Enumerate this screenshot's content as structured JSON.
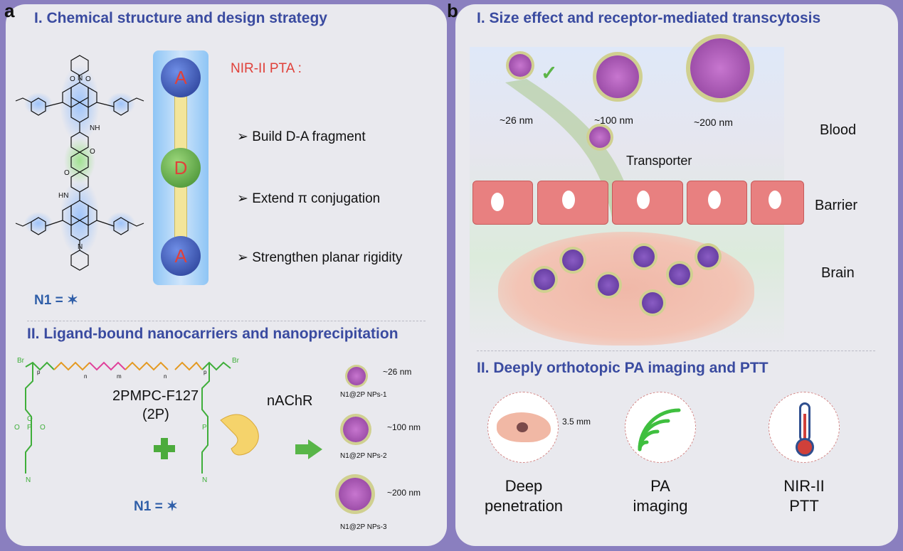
{
  "panel_a": {
    "letter": "a",
    "section1": {
      "title": "I. Chemical structure and design strategy",
      "strategy_heading": "NIR-II PTA :",
      "bullets": [
        "➢ Build D-A fragment",
        "➢ Extend π conjugation",
        "➢ Strengthen planar rigidity"
      ],
      "da_labels": [
        "A",
        "D",
        "A"
      ],
      "molecule_labels": [
        "NH",
        "HN",
        "O",
        "O",
        "O",
        "O",
        "N",
        "N"
      ],
      "legend": "N1 = "
    },
    "section2": {
      "title": "II. Ligand-bound nanocarriers and nanoprecipitation",
      "polymer_name": "2PMPC-F127",
      "polymer_abbrev": "(2P)",
      "receptor": "nAChR",
      "legend": "N1 = ",
      "br_label": "Br",
      "subscripts": [
        "p",
        "n",
        "m",
        "n",
        "p"
      ],
      "phosphate_labels": [
        "O",
        "P",
        "O",
        "O"
      ],
      "amine_label": "N",
      "nanoparticles": [
        {
          "size": "~26 nm",
          "name": "N1@2P NPs-1"
        },
        {
          "size": "~100 nm",
          "name": "N1@2P NPs-2"
        },
        {
          "size": "~200 nm",
          "name": "N1@2P NPs-3"
        }
      ]
    }
  },
  "panel_b": {
    "letter": "b",
    "section1": {
      "title": "I. Size effect and receptor-mediated transcytosis",
      "sizes": [
        "~26 nm",
        "~100 nm",
        "~200 nm"
      ],
      "transporter_label": "Transporter",
      "regions": [
        "Blood",
        "Barrier",
        "Brain"
      ]
    },
    "section2": {
      "title": "II. Deeply orthotopic PA imaging and PTT",
      "depth_label": "3.5 mm",
      "items": [
        {
          "line1": "Deep",
          "line2": "penetration"
        },
        {
          "line1": "PA",
          "line2": "imaging"
        },
        {
          "line1": "NIR-II",
          "line2": "PTT"
        }
      ]
    }
  },
  "colors": {
    "frame": "#8a7fbf",
    "panel_bg": "#e9e9ee",
    "title_blue": "#3a4ba0",
    "accent_red": "#e0413a",
    "acceptor_blue": "#2b3f9e",
    "donor_green": "#4a9a3a",
    "polymer_green": "#3fae3a",
    "barrier_red": "#e27a7a",
    "nanoparticle_purple": "#a44fb5"
  }
}
